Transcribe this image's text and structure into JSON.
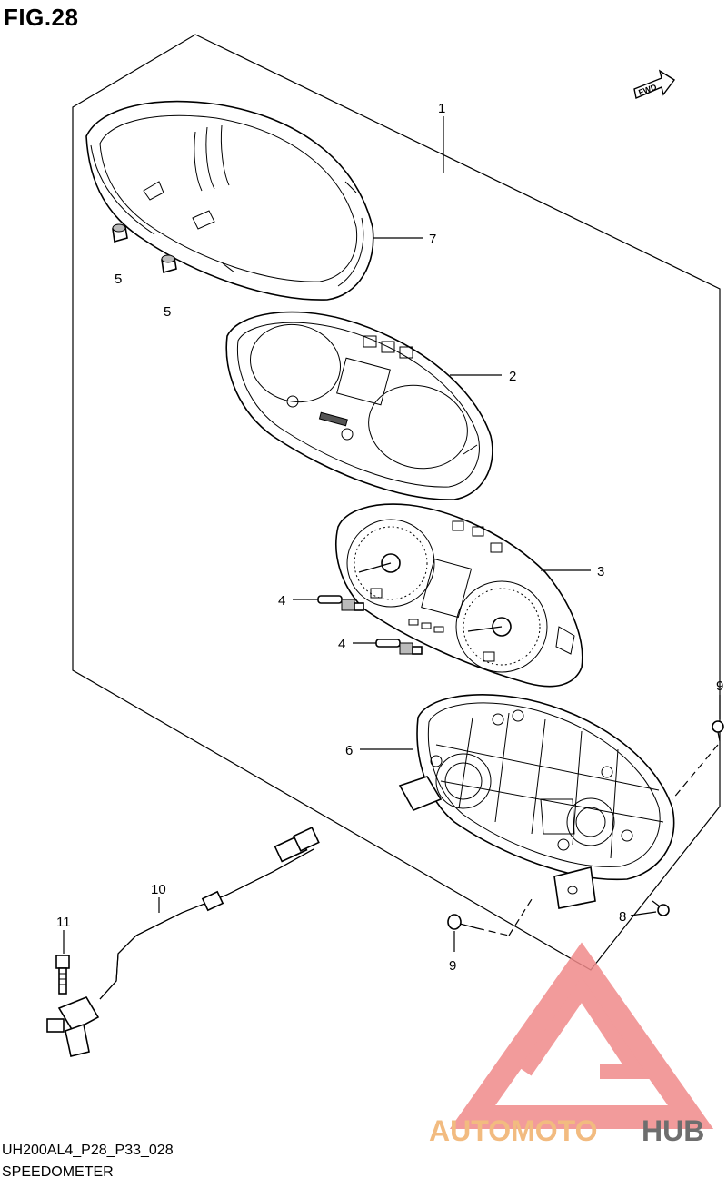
{
  "figure": {
    "title": "FIG.28"
  },
  "fwd_label": "FWD",
  "callouts": [
    "1",
    "7",
    "5",
    "5",
    "2",
    "3",
    "4",
    "4",
    "9",
    "6",
    "8",
    "9",
    "10",
    "11"
  ],
  "footer": {
    "code": "UH200AL4_P28_P33_028",
    "name": "SPEEDOMETER"
  },
  "watermark": {
    "part1": "AUTOMOTO",
    "part2": "HUB",
    "color_primary": "#f4a582",
    "color_secondary": "#f0b06a",
    "color_dark": "#4a4a4a"
  }
}
